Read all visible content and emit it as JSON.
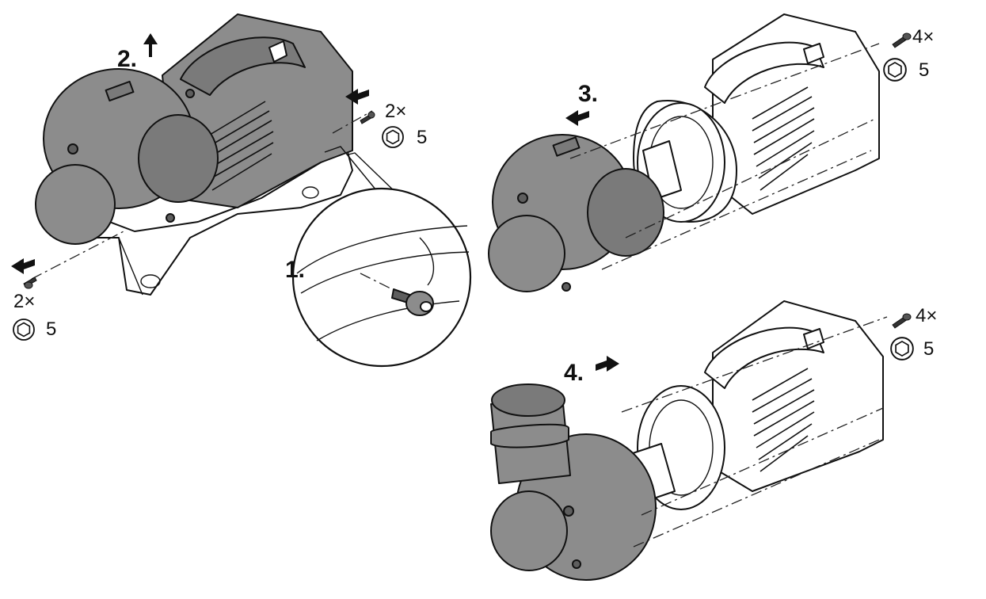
{
  "steps": {
    "step1": "1.",
    "step2": "2.",
    "step3": "3.",
    "step4": "4."
  },
  "fasteners": {
    "front_left_qty": "2×",
    "front_left_size": "5",
    "rear_top_qty": "2×",
    "rear_top_size": "5",
    "step3_qty": "4×",
    "step3_size": "5",
    "step4_qty": "4×",
    "step4_size": "5"
  },
  "icons": [
    "arrow-icon",
    "bolt-icon",
    "hex-socket-icon"
  ],
  "colors": {
    "housing_gray": "#8c8c8c",
    "line": "#111111",
    "background": "#ffffff"
  }
}
